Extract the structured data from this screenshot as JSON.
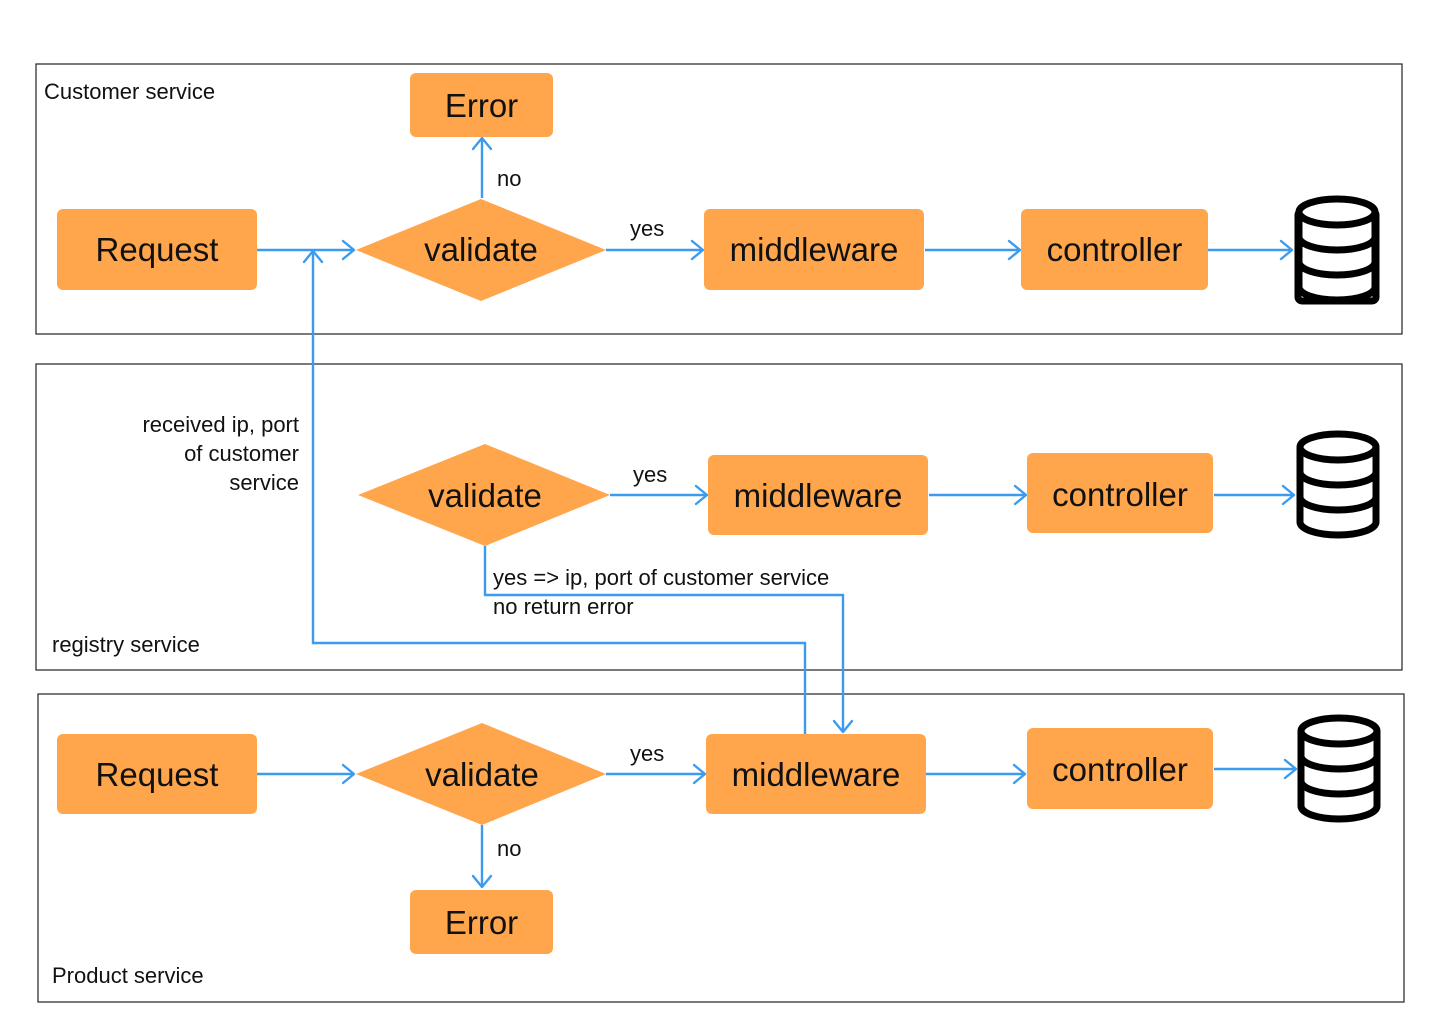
{
  "colors": {
    "node": "#FFA54C",
    "edge": "#3D9BEF",
    "lane_border": "#222222"
  },
  "lanes": {
    "customer": {
      "label": "Customer service"
    },
    "registry": {
      "label": "registry service"
    },
    "product": {
      "label": "Product service"
    }
  },
  "customer": {
    "request": "Request",
    "validate": "validate",
    "error": "Error",
    "middleware": "middleware",
    "controller": "controller",
    "yes_label": "yes",
    "no_label": "no",
    "database_icon": "database-icon"
  },
  "registry": {
    "validate": "validate",
    "middleware": "middleware",
    "controller": "controller",
    "yes_label": "yes",
    "result_line1": "yes => ip, port of customer service",
    "result_line2": "no return error",
    "database_icon": "database-icon"
  },
  "product": {
    "request": "Request",
    "validate": "validate",
    "error": "Error",
    "middleware": "middleware",
    "controller": "controller",
    "yes_label": "yes",
    "no_label": "no",
    "database_icon": "database-icon"
  },
  "cross": {
    "received_line1": "received ip, port",
    "received_line2": "of customer",
    "received_line3": "service"
  }
}
